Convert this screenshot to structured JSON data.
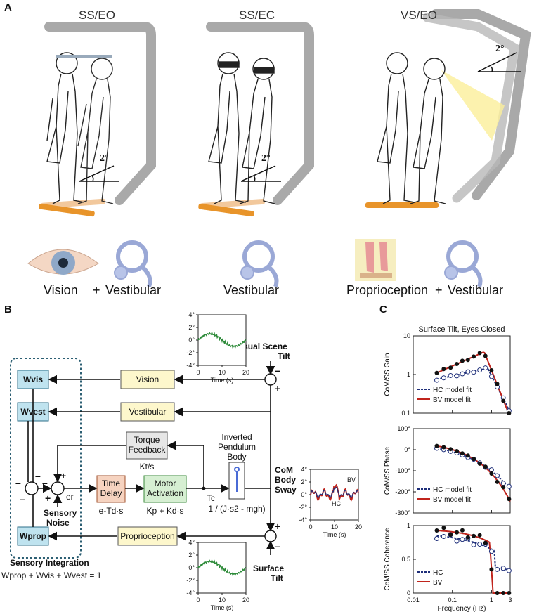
{
  "panel_a": {
    "label": "A",
    "conditions": [
      "SS/EO",
      "SS/EC",
      "VS/EO"
    ],
    "angle": "2°",
    "plus_sign": "+",
    "senses": {
      "left": [
        "Vision",
        "Vestibular"
      ],
      "middle": "Vestibular",
      "right": [
        "Proprioception",
        "Vestibular"
      ]
    }
  },
  "panel_b": {
    "label": "B",
    "blocks": {
      "vision": "Vision",
      "vestibular": "Vestibular",
      "proprioception": "Proprioception",
      "torque_feedback": [
        "Torque",
        "Feedback"
      ],
      "torque_tf": "Kt/s",
      "time_delay": [
        "Time",
        "Delay"
      ],
      "time_delay_tf": "e-Td·s",
      "motor": [
        "Motor",
        "Activation"
      ],
      "motor_tf": "Kp + Kd·s",
      "pendulum": [
        "Inverted",
        "Pendulum",
        "Body"
      ],
      "pendulum_tf": "1 / (J·s2 - mgh)",
      "w_vis": "Wvis",
      "w_vest": "Wvest",
      "w_prop": "Wprop"
    },
    "labels": {
      "visual_scene_tilt": [
        "Visual Scene",
        "Tilt"
      ],
      "surface_tilt": [
        "Surface",
        "Tilt"
      ],
      "com_body_sway": [
        "CoM",
        "Body",
        "Sway"
      ],
      "sensory_noise": [
        "Sensory",
        "Noise"
      ],
      "er": "er",
      "tc": "Tc",
      "sensory_integration": "Sensory Integration",
      "weights_sum": "Wprop + Wvis + Wvest = 1",
      "bv": "BV",
      "hc": "HC"
    },
    "mini_plot": {
      "y_ticks": [
        "4°",
        "2°",
        "0°",
        "-2°",
        "-4°"
      ],
      "x_ticks": [
        "0",
        "10",
        "20"
      ],
      "xlabel": "Time (s)"
    }
  },
  "panel_c": {
    "label": "C",
    "title": "Surface Tilt, Eyes Closed",
    "xlabel": "Frequency (Hz)",
    "x_ticks": [
      "0.01",
      "0.1",
      "1",
      "3"
    ],
    "gain": {
      "ylabel": "CoM/SS Gain",
      "y_ticks": [
        "10",
        "1",
        "0.1"
      ],
      "legend": [
        "HC model fit",
        "BV model fit"
      ]
    },
    "phase": {
      "ylabel": "CoM/SS Phase",
      "y_ticks": [
        "100°",
        "0°",
        "-100°",
        "-200°",
        "-300°"
      ],
      "legend": [
        "HC model fit",
        "BV model fit"
      ]
    },
    "coherence": {
      "ylabel": "CoM/SS Coherence",
      "y_ticks": [
        "1",
        "0.5",
        "0"
      ],
      "legend": [
        "HC",
        "BV"
      ]
    }
  },
  "colors": {
    "bv": "#c0241c",
    "hc": "#1f2f7a",
    "block_yellow": "#fdf7cc",
    "weight_blue": "#bfe3ef",
    "delay_orange": "#f6d3c0",
    "motor_green": "#d6efd2",
    "plate": "#e8942a"
  }
}
